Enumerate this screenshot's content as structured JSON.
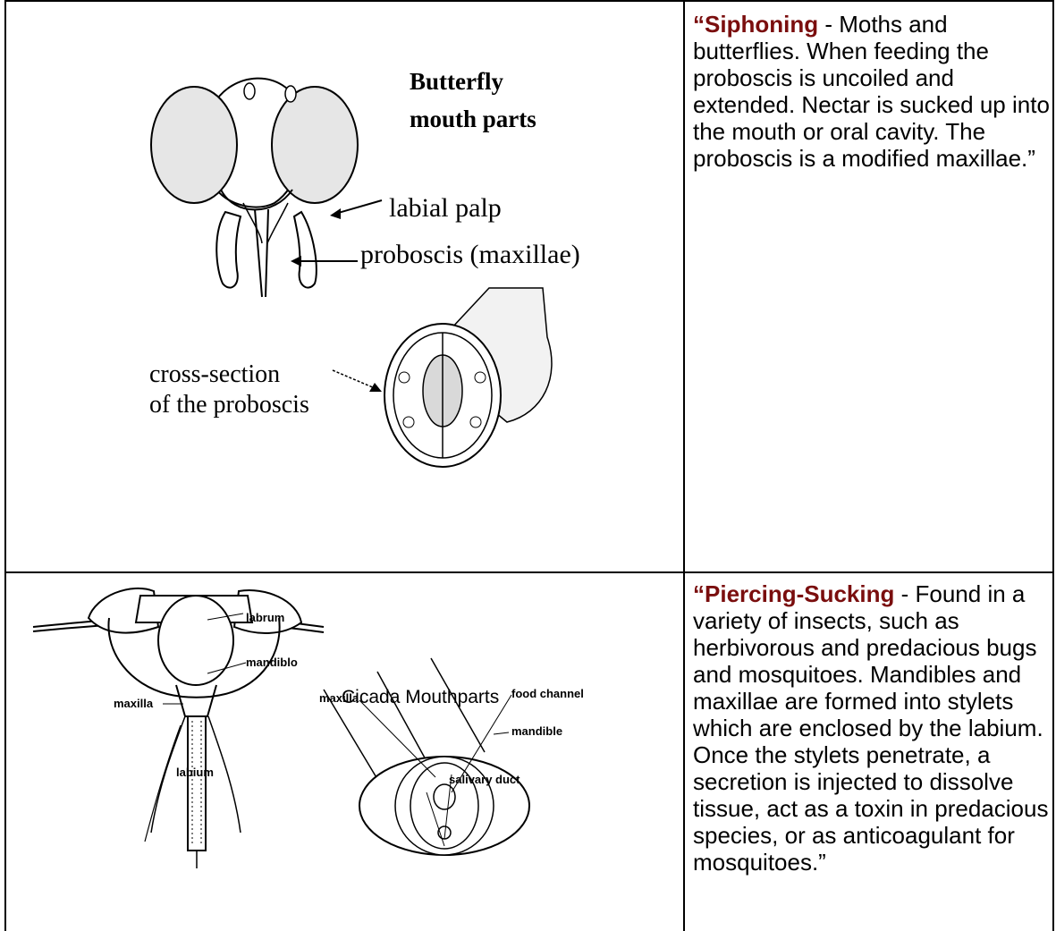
{
  "rows": [
    {
      "figure": {
        "title_line1": "Butterfly",
        "title_line2": "mouth parts",
        "label_labial_palp": "labial palp",
        "label_proboscis": "proboscis (maxillae)",
        "label_cross_line1": "cross-section",
        "label_cross_line2": "of the proboscis"
      },
      "text": {
        "open_quote": "“",
        "term": "Siphoning",
        "body": " - Moths and butterflies. When feeding the proboscis is uncoiled and extended.  Nectar is sucked up into the mouth or oral cavity. The proboscis is a modified maxillae.”"
      }
    },
    {
      "figure": {
        "title": "Cicada Mouthparts",
        "label_labrum": "labrum",
        "label_mandible_head": "mandiblo",
        "label_maxilla_head": "maxilla",
        "label_labium": "labium",
        "label_maxilla_section": "maxilla",
        "label_food_channel": "food channel",
        "label_mandible_section": "mandible",
        "label_salivary_duct": "salivary duct"
      },
      "text": {
        "open_quote": "“",
        "term": "Piercing-Sucking",
        "body": " - Found in a variety of insects, such as herbivorous and predacious bugs and mosquitoes. Mandibles and maxillae are formed into stylets which are enclosed by the labium. Once the stylets penetrate, a secretion is injected to dissolve tissue, act as a toxin in predacious species, or as anticoagulant for mosquitoes.”"
      }
    }
  ]
}
